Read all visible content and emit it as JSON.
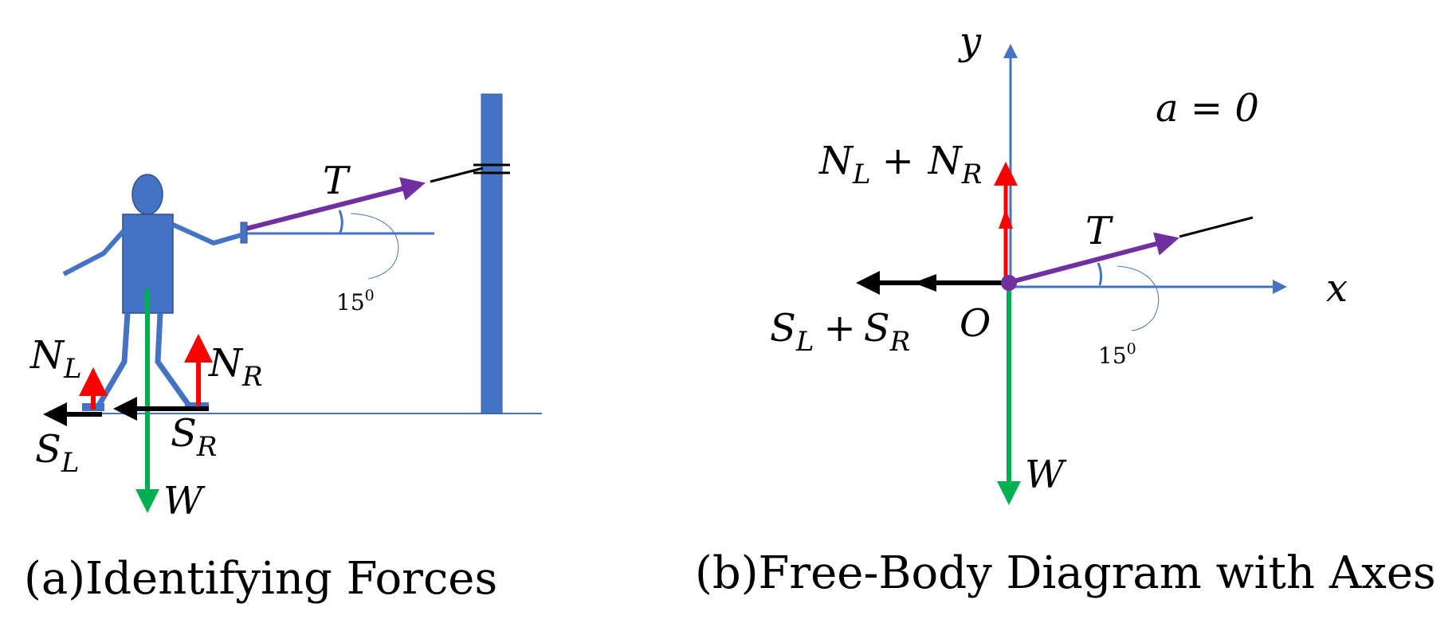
{
  "colors": {
    "body_blue": "#4472c4",
    "tension_purple": "#7030a0",
    "normal_red": "#ff0000",
    "weight_green": "#00b050",
    "friction_black": "#000000"
  },
  "panel_a": {
    "caption": "(a)Identifying Forces",
    "labels": {
      "tension": "T",
      "angle": "15",
      "angle_sup": "0",
      "normal_left": "N",
      "normal_left_sub": "L",
      "normal_right": "N",
      "normal_right_sub": "R",
      "friction_left": "S",
      "friction_left_sub": "L",
      "friction_right": "S",
      "friction_right_sub": "R",
      "weight": "W"
    }
  },
  "panel_b": {
    "caption": "(b)Free-Body Diagram with Axes",
    "labels": {
      "y_axis": "y",
      "x_axis": "x",
      "origin": "O",
      "acceleration": "a = 0",
      "normal_sum_n1": "N",
      "normal_sum_sub1": "L",
      "normal_sum_plus": "+",
      "normal_sum_n2": "N",
      "normal_sum_sub2": "R",
      "friction_sum_s1": "S",
      "friction_sum_sub1": "L",
      "friction_sum_plus": "+",
      "friction_sum_s2": "S",
      "friction_sum_sub2": "R",
      "tension": "T",
      "angle": "15",
      "angle_sup": "0",
      "weight": "W"
    }
  }
}
